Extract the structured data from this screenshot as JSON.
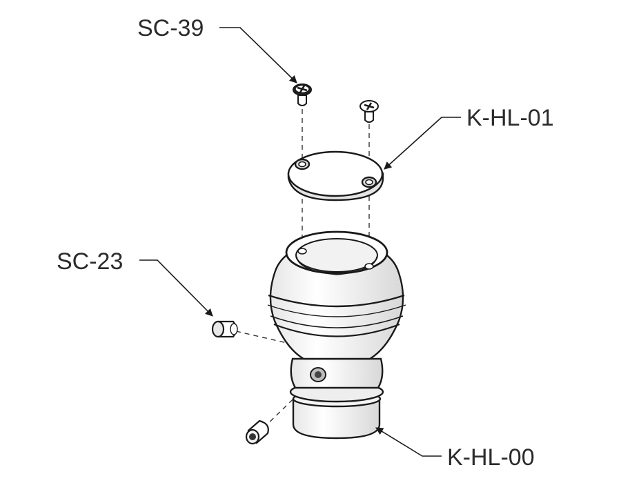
{
  "diagram": {
    "type": "exploded-assembly",
    "parts": [
      {
        "id": "sc39",
        "label": "SC-39"
      },
      {
        "id": "khl01",
        "label": "K-HL-01"
      },
      {
        "id": "sc23",
        "label": "SC-23"
      },
      {
        "id": "khl00",
        "label": "K-HL-00"
      }
    ]
  },
  "colors": {
    "line": "#1a1a1a",
    "fill": "#ffffff",
    "shade": "#d9d9d9",
    "text": "#2b2b2b"
  }
}
